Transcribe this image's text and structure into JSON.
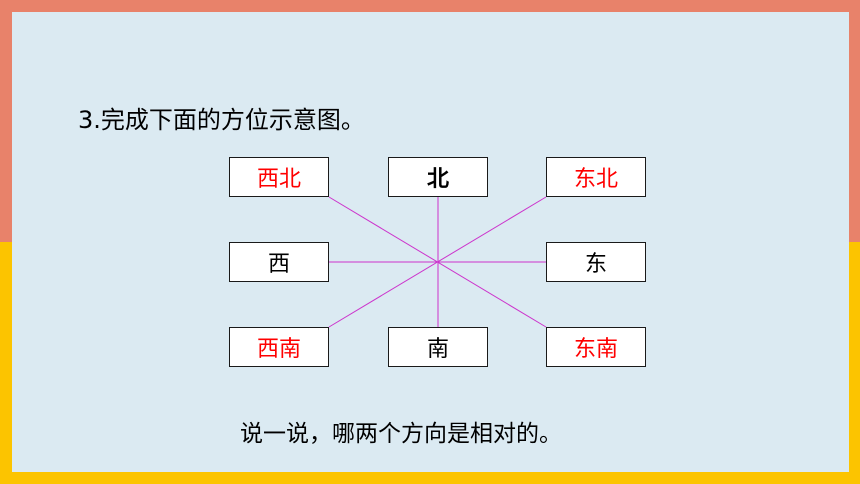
{
  "title": "3.完成下面的方位示意图。",
  "footer": "说一说，哪两个方向是相对的。",
  "colors": {
    "line": "#cc33cc",
    "answer_text": "#ff0000",
    "card_bg": "#dbeaf2",
    "band_top": "#e8826a",
    "band_bottom": "#fcc400"
  },
  "directions": {
    "northwest": "西北",
    "north": "北",
    "northeast": "东北",
    "west": "西",
    "east": "东",
    "southwest": "西南",
    "south": "南",
    "southeast": "东南"
  }
}
